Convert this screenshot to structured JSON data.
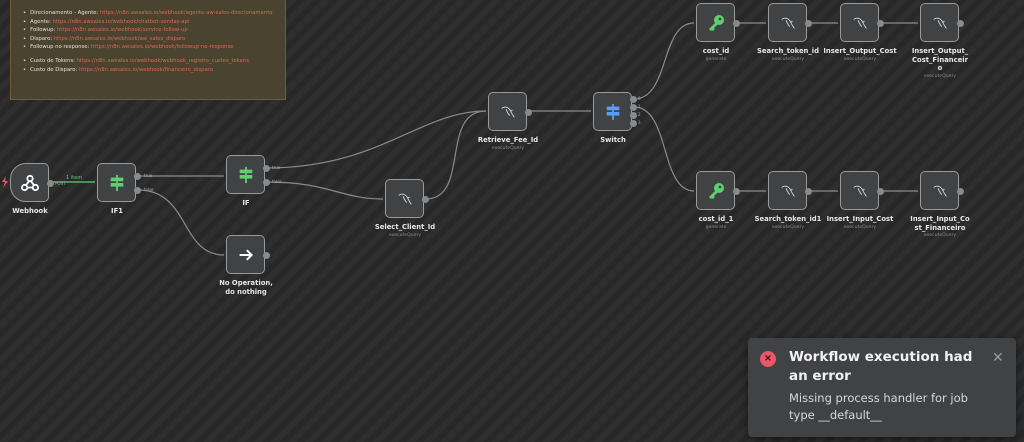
{
  "sticky": {
    "items": [
      {
        "label": "Direcionamento - Agente:",
        "url": "https://n8n.awsales.io/webhook/agente-aw-sales-direcionamento"
      },
      {
        "label": "Agente:",
        "url": "https://n8n.awsales.io/webhook/chatbot-vendas-api"
      },
      {
        "label": "Followup:",
        "url": "https://n8n.awsales.io/webhook/service-follow-up"
      },
      {
        "label": "Disparo:",
        "url": "https://n8n.awsales.io/webhook/aw_sales_disparo"
      },
      {
        "label": "Followup no response:",
        "url": "https://n8n.awsales.io/webhook/followup-no-response"
      }
    ],
    "items2": [
      {
        "label": "Custo de Tokens:",
        "url": "https://n8n.awsales.io/webhook/webhook_registro_custos_tokens"
      },
      {
        "label": "Custo de Disparo:",
        "url": "https://n8n.awsales.io/webhook/financeiro_disparo"
      }
    ]
  },
  "nodes": {
    "webhook": {
      "name": "Webhook",
      "port": "POST",
      "icon": "webhook-icon"
    },
    "if1": {
      "name": "IF1",
      "true": "true",
      "false": "false",
      "icon": "signpost-icon"
    },
    "if": {
      "name": "IF",
      "true": "true",
      "false": "false",
      "icon": "signpost-icon"
    },
    "noop": {
      "name": "No Operation, do nothing",
      "icon": "arrow-right-icon"
    },
    "select_client": {
      "name": "Select_Client_Id",
      "sub": "executeQuery",
      "icon": "mysql-icon"
    },
    "retrieve_fee": {
      "name": "Retrieve_Fee_Id",
      "sub": "executeQuery",
      "icon": "mysql-icon"
    },
    "switch": {
      "name": "Switch",
      "outputs": [
        "0",
        "1",
        "2",
        "3"
      ],
      "icon": "signpost-icon"
    },
    "cost_id": {
      "name": "cost_id",
      "sub": "generate",
      "icon": "key-icon"
    },
    "search_token": {
      "name": "Search_token_id",
      "sub": "executeQuery"
    },
    "insert_output": {
      "name": "Insert_Output_Cost",
      "sub": "executeQuery"
    },
    "insert_output_fin": {
      "name": "Insert_Output_Cost_Financeiro",
      "sub": "executeQuery"
    },
    "cost_id_1": {
      "name": "cost_id_1",
      "sub": "generate",
      "icon": "key-icon"
    },
    "search_token1": {
      "name": "Search_token_id1",
      "sub": "executeQuery"
    },
    "insert_input": {
      "name": "Insert_Input_Cost",
      "sub": "executeQuery"
    },
    "insert_input_fin": {
      "name": "Insert_Input_Cost_Financeiro",
      "sub": "executeQuery"
    }
  },
  "edge_label": "1 item",
  "toast": {
    "title": "Workflow execution had an error",
    "message": "Missing process handler for job type __default__",
    "icon": "error-icon"
  },
  "colors": {
    "accent_green": "#5fcf6f",
    "error": "#e8576a",
    "switch_blue": "#5a9cf0",
    "link": "#e06650"
  }
}
